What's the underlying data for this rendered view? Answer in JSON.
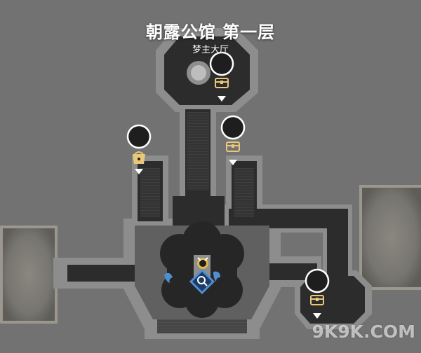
{
  "map": {
    "title": "朝露公馆 第一层",
    "subtitle": "梦主大厅"
  },
  "markers": [
    {
      "type": "chest-icon",
      "label": "treasure chest"
    },
    {
      "type": "chest-icon",
      "label": "treasure chest"
    },
    {
      "type": "bag-icon",
      "label": "collectible bag"
    },
    {
      "type": "chest-icon",
      "label": "treasure chest"
    },
    {
      "type": "teleport-icon",
      "label": "teleport anchor"
    },
    {
      "type": "npc-icon",
      "label": "character marker"
    }
  ],
  "watermark": "9K9K.COM",
  "colors": {
    "background": "#6e6e6e",
    "wall": "#9a9a9a",
    "floor": "#2c2c2c",
    "marker_fill": "#1e1e1e",
    "marker_border": "#ffffff",
    "chest_gold": "#e9c979",
    "teleport_blue": "#4f8fd0"
  }
}
